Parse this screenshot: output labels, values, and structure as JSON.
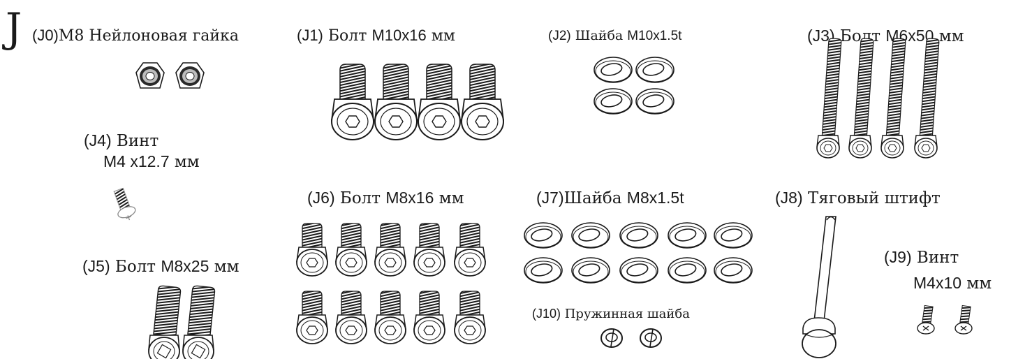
{
  "section_letter": "J",
  "parts": [
    {
      "code": "(J0)",
      "name": "M8 Нейлоновая гайка",
      "size": "",
      "unit": ""
    },
    {
      "code": "(J1)",
      "name": " Болт ",
      "size": "M10x16",
      "unit": " мм"
    },
    {
      "code": "(J2)",
      "name": " Шайба ",
      "size": "M10x1.5t",
      "unit": ""
    },
    {
      "code": "(J3)",
      "name": " Болт ",
      "size": "M6x50",
      "unit": " мм"
    },
    {
      "code": "(J4)",
      "name": " Винт",
      "size": "M4 x12.7",
      "unit": " мм"
    },
    {
      "code": "(J5)",
      "name": " Болт ",
      "size": "M8x25",
      "unit": " мм"
    },
    {
      "code": "(J6)",
      "name": " Болт ",
      "size": "M8x16",
      "unit": " мм"
    },
    {
      "code": "(J7)",
      "name": "Шайба ",
      "size": "M8x1.5t",
      "unit": ""
    },
    {
      "code": "(J8)",
      "name": " Тяговый штифт",
      "size": "",
      "unit": ""
    },
    {
      "code": "(J9)",
      "name": " Винт",
      "size": "M4x10",
      "unit": " мм"
    },
    {
      "code": "(J10)",
      "name": " Пружинная шайба",
      "size": "",
      "unit": ""
    }
  ],
  "line_color": "#1a1a1a"
}
